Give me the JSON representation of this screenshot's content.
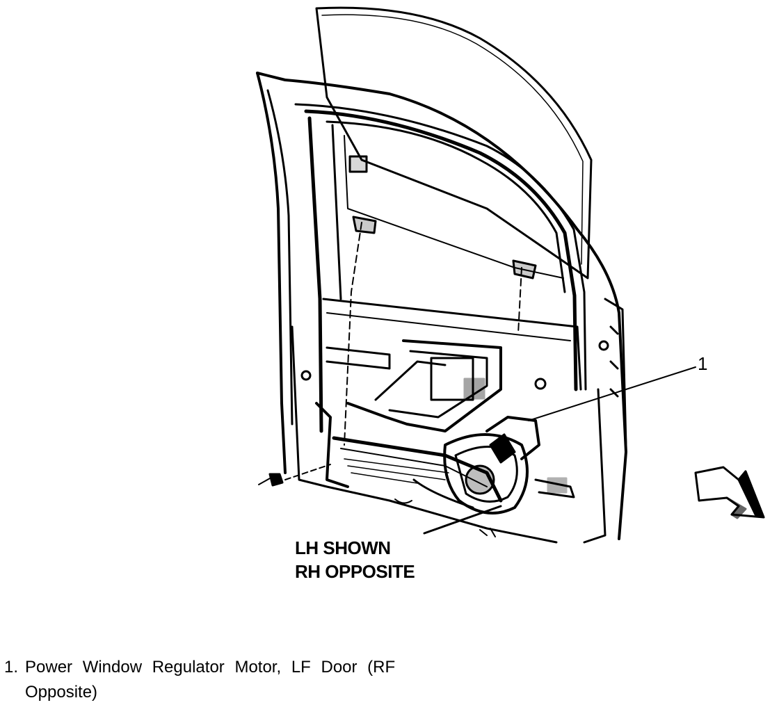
{
  "diagram": {
    "callout": "1",
    "notes": [
      "LH SHOWN",
      "RH OPPOSITE"
    ]
  },
  "legend": {
    "items": [
      {
        "number": "1.",
        "text": "Power Window Regulator Motor, LF Door (RF Opposite)"
      }
    ]
  },
  "colors": {
    "ink": "#000000",
    "paper": "#ffffff"
  }
}
